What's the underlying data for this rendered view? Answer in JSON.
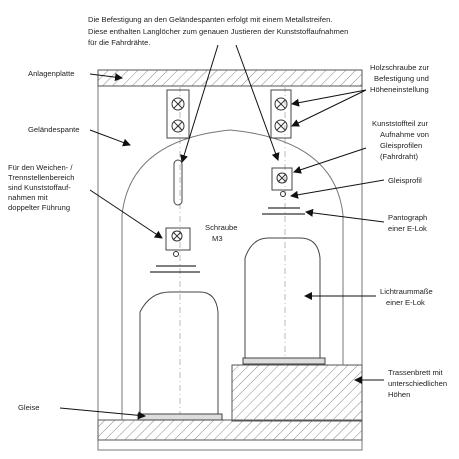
{
  "header": {
    "line1": "Die Befestigung an den Geländespanten erfolgt mit einem Metallstreifen.",
    "line2": "Diese enthalten Langlöcher zum genauen Justieren der Kunststoffaufnahmen",
    "line3": "für die Fahrdrähte."
  },
  "labels": {
    "anlagenplatte": "Anlagenplatte",
    "gelaendespante": "Geländespante",
    "weichen": [
      "Für den Weichen- /",
      "Trennstellenbereich",
      "sind Kunststoffauf-",
      "nahmen mit",
      "doppelter Führung"
    ],
    "gleise": "Gleise",
    "schraube": [
      "Schraube",
      "M3"
    ],
    "holzschraube": [
      "Holzschraube zur",
      "Befestigung und",
      "Höheneinstellung"
    ],
    "kunststoffteil": [
      "Kunststoffteil zur",
      "Aufnahme von",
      "Gleisprofilen",
      "(Fahrdraht)"
    ],
    "gleisprofil": "Gleisprofil",
    "pantograph": [
      "Pantograph",
      "einer E-Lok"
    ],
    "lichtraum": [
      "Lichtraummaße",
      "einer E-Lok"
    ],
    "trassenbrett": [
      "Trassenbrett mit",
      "unterschiedlichen",
      "Höhen"
    ]
  },
  "colors": {
    "line": "#333333",
    "hatch": "#888888",
    "arrow": "#111111"
  }
}
